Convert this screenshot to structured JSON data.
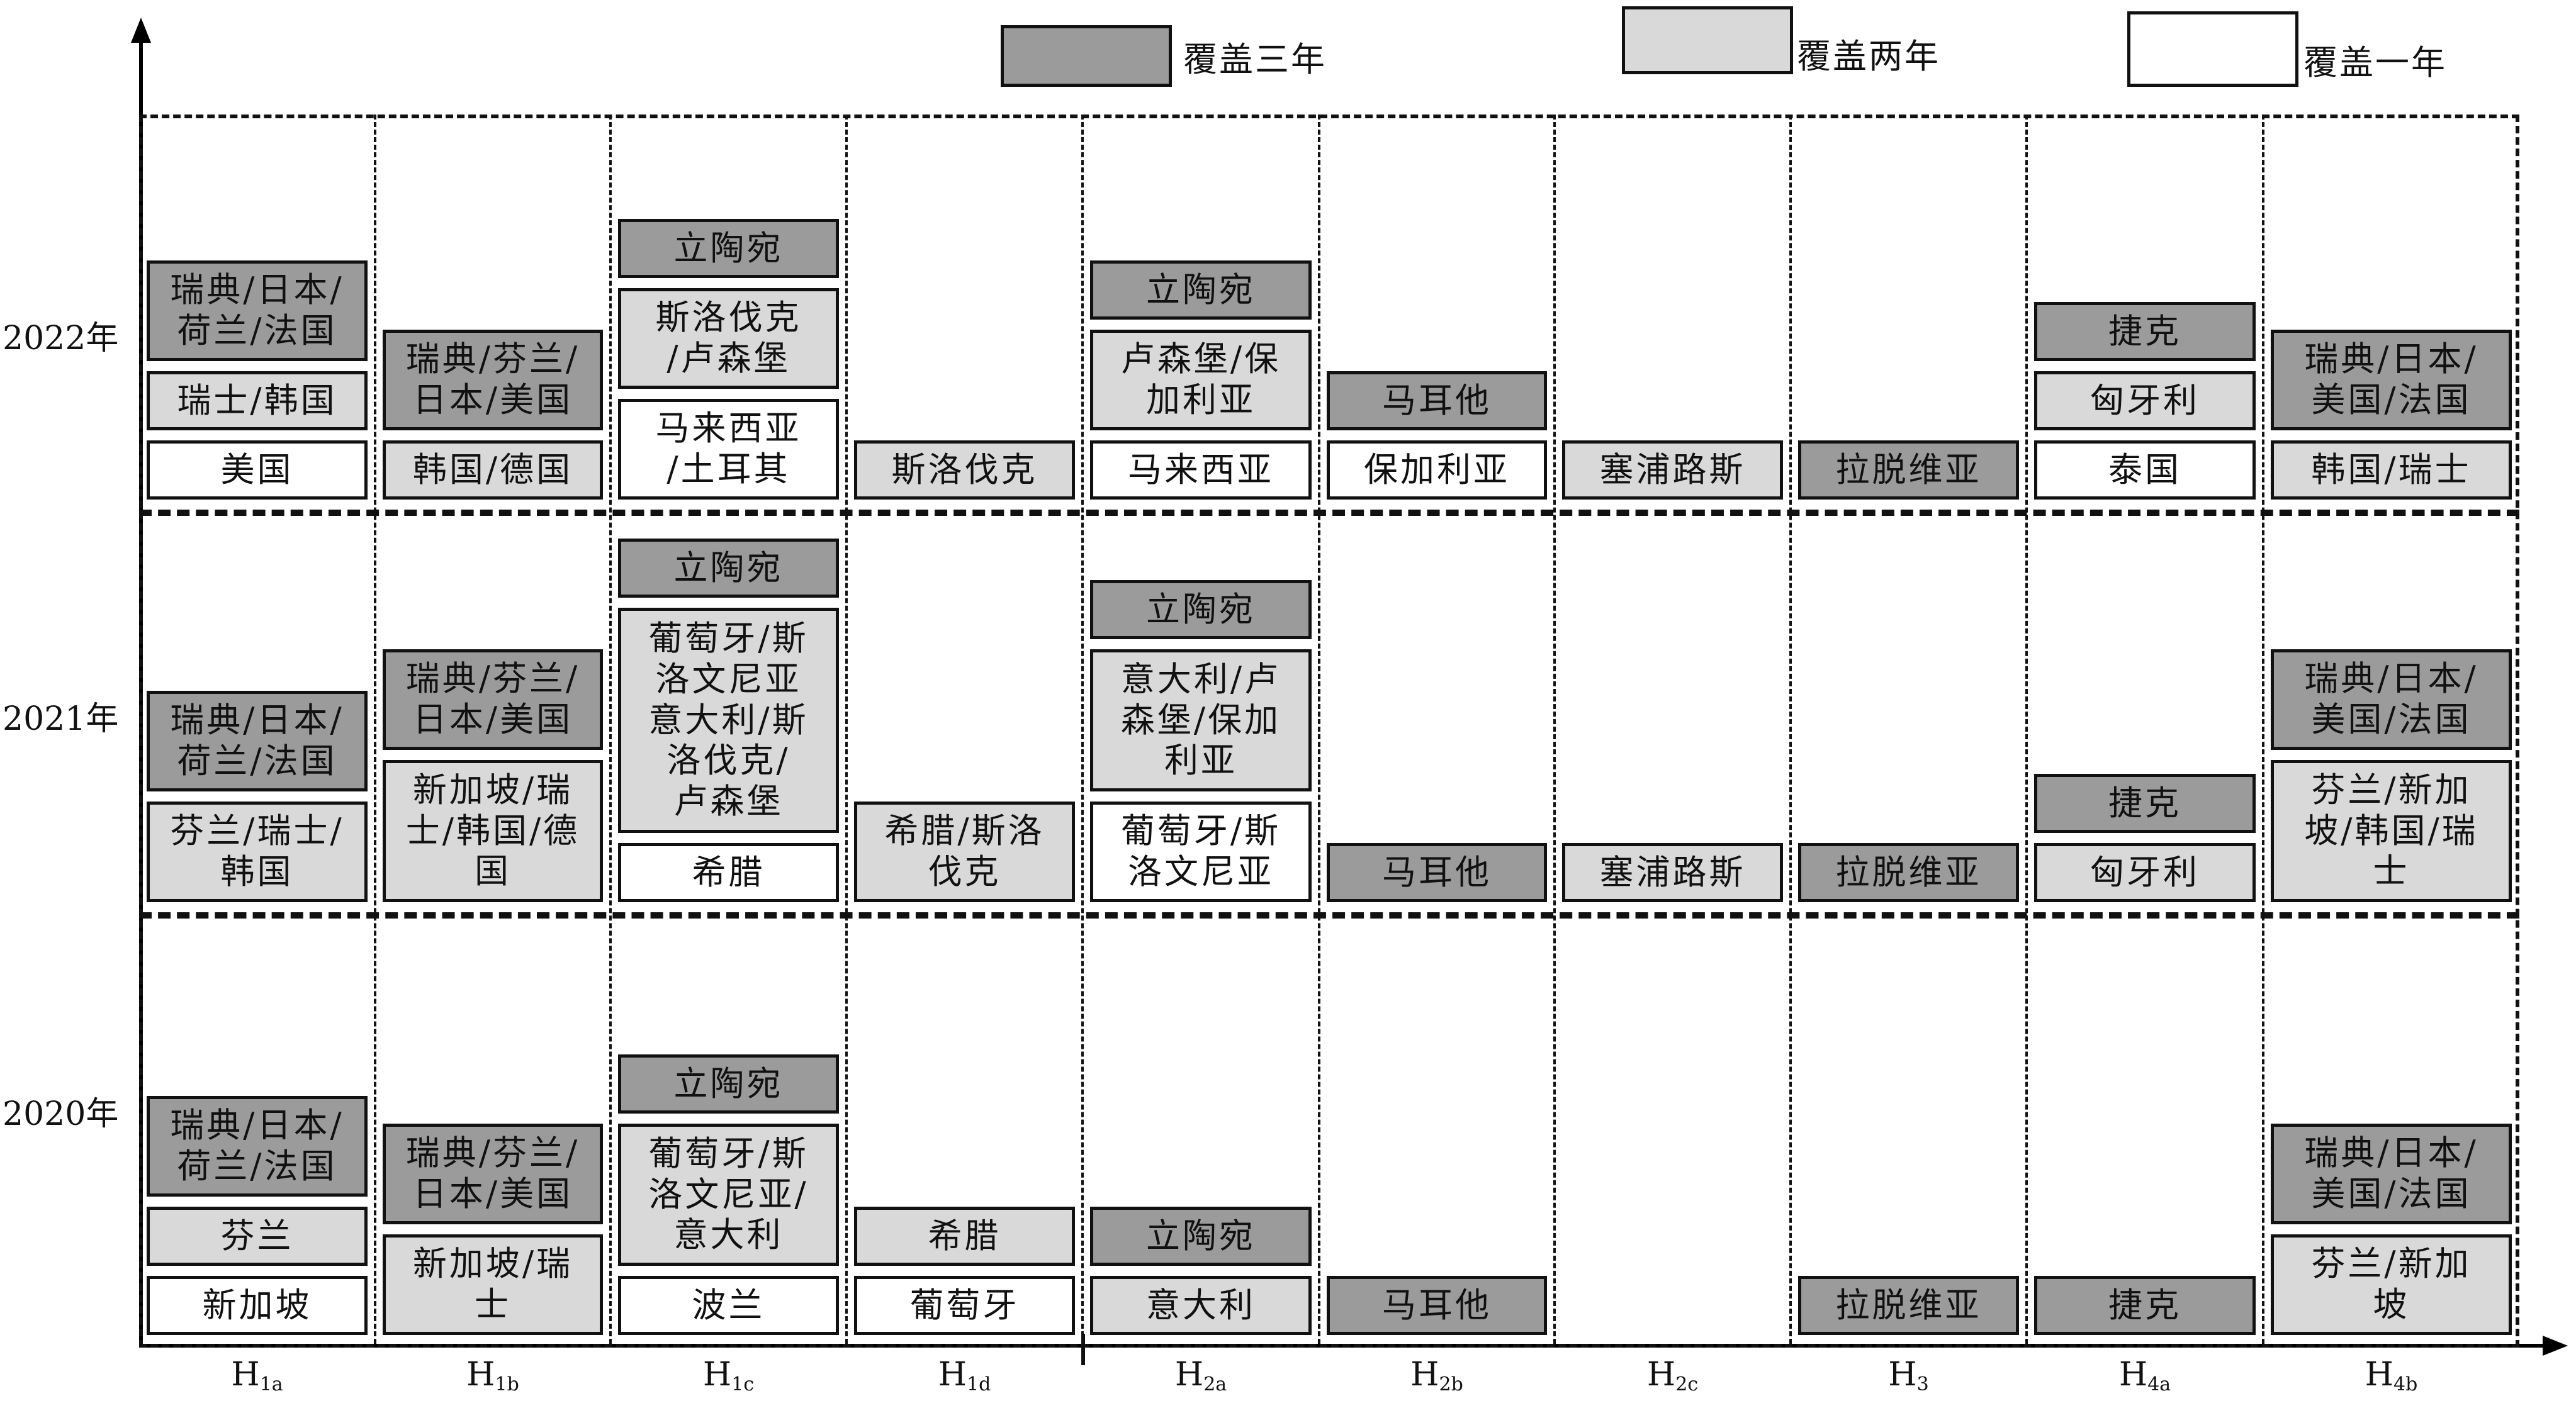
{
  "legend": [
    {
      "label": "覆盖三年",
      "level": 3
    },
    {
      "label": "覆盖两年",
      "level": 2
    },
    {
      "label": "覆盖一年",
      "level": 1
    }
  ],
  "colors": {
    "level3": "#9b9b9b",
    "level2": "#d9d9d9",
    "level1": "#ffffff"
  },
  "years": [
    "2022年",
    "2021年",
    "2020年"
  ],
  "columns": [
    {
      "main": "H",
      "sub": "1a"
    },
    {
      "main": "H",
      "sub": "1b"
    },
    {
      "main": "H",
      "sub": "1c"
    },
    {
      "main": "H",
      "sub": "1d"
    },
    {
      "main": "H",
      "sub": "2a"
    },
    {
      "main": "H",
      "sub": "2b"
    },
    {
      "main": "H",
      "sub": "2c"
    },
    {
      "main": "H",
      "sub": "3"
    },
    {
      "main": "H",
      "sub": "4a"
    },
    {
      "main": "H",
      "sub": "4b"
    }
  ],
  "cells": [
    {
      "col": 0,
      "year": 0,
      "text": "瑞典/日本/\n荷兰/法国",
      "level": 3
    },
    {
      "col": 0,
      "year": 0,
      "text": "瑞士/韩国",
      "level": 2
    },
    {
      "col": 0,
      "year": 0,
      "text": "美国",
      "level": 1
    },
    {
      "col": 0,
      "year": 1,
      "text": "瑞典/日本/\n荷兰/法国",
      "level": 3
    },
    {
      "col": 0,
      "year": 1,
      "text": "芬兰/瑞士/\n韩国",
      "level": 2
    },
    {
      "col": 0,
      "year": 2,
      "text": "瑞典/日本/\n荷兰/法国",
      "level": 3
    },
    {
      "col": 0,
      "year": 2,
      "text": "芬兰",
      "level": 2
    },
    {
      "col": 0,
      "year": 2,
      "text": "新加坡",
      "level": 1
    },
    {
      "col": 1,
      "year": 0,
      "text": "瑞典/芬兰/\n日本/美国",
      "level": 3
    },
    {
      "col": 1,
      "year": 0,
      "text": "韩国/德国",
      "level": 2
    },
    {
      "col": 1,
      "year": 1,
      "text": "瑞典/芬兰/\n日本/美国",
      "level": 3
    },
    {
      "col": 1,
      "year": 1,
      "text": "新加坡/瑞\n士/韩国/德\n国",
      "level": 2
    },
    {
      "col": 1,
      "year": 2,
      "text": "瑞典/芬兰/\n日本/美国",
      "level": 3
    },
    {
      "col": 1,
      "year": 2,
      "text": "新加坡/瑞\n士",
      "level": 2
    },
    {
      "col": 2,
      "year": 0,
      "text": "立陶宛",
      "level": 3
    },
    {
      "col": 2,
      "year": 0,
      "text": "斯洛伐克\n/卢森堡",
      "level": 2
    },
    {
      "col": 2,
      "year": 0,
      "text": "马来西亚\n/土耳其",
      "level": 1
    },
    {
      "col": 2,
      "year": 1,
      "text": "立陶宛",
      "level": 3
    },
    {
      "col": 2,
      "year": 1,
      "text": "葡萄牙/斯\n洛文尼亚\n意大利/斯\n洛伐克/\n卢森堡",
      "level": 2
    },
    {
      "col": 2,
      "year": 1,
      "text": "希腊",
      "level": 1
    },
    {
      "col": 2,
      "year": 2,
      "text": "立陶宛",
      "level": 3
    },
    {
      "col": 2,
      "year": 2,
      "text": "葡萄牙/斯\n洛文尼亚/\n意大利",
      "level": 2
    },
    {
      "col": 2,
      "year": 2,
      "text": "波兰",
      "level": 1
    },
    {
      "col": 3,
      "year": 0,
      "text": "斯洛伐克",
      "level": 2
    },
    {
      "col": 3,
      "year": 1,
      "text": "希腊/斯洛\n伐克",
      "level": 2
    },
    {
      "col": 3,
      "year": 2,
      "text": "希腊",
      "level": 2
    },
    {
      "col": 3,
      "year": 2,
      "text": "葡萄牙",
      "level": 1
    },
    {
      "col": 4,
      "year": 0,
      "text": "立陶宛",
      "level": 3
    },
    {
      "col": 4,
      "year": 0,
      "text": "卢森堡/保\n加利亚",
      "level": 2
    },
    {
      "col": 4,
      "year": 0,
      "text": "马来西亚",
      "level": 1
    },
    {
      "col": 4,
      "year": 1,
      "text": "立陶宛",
      "level": 3
    },
    {
      "col": 4,
      "year": 1,
      "text": "意大利/卢\n森堡/保加\n利亚",
      "level": 2
    },
    {
      "col": 4,
      "year": 1,
      "text": "葡萄牙/斯\n洛文尼亚",
      "level": 1
    },
    {
      "col": 4,
      "year": 2,
      "text": "立陶宛",
      "level": 3
    },
    {
      "col": 4,
      "year": 2,
      "text": "意大利",
      "level": 2
    },
    {
      "col": 5,
      "year": 0,
      "text": "马耳他",
      "level": 3
    },
    {
      "col": 5,
      "year": 0,
      "text": "保加利亚",
      "level": 1
    },
    {
      "col": 5,
      "year": 1,
      "text": "马耳他",
      "level": 3
    },
    {
      "col": 5,
      "year": 2,
      "text": "马耳他",
      "level": 3
    },
    {
      "col": 6,
      "year": 0,
      "text": "塞浦路斯",
      "level": 2
    },
    {
      "col": 6,
      "year": 1,
      "text": "塞浦路斯",
      "level": 2
    },
    {
      "col": 7,
      "year": 0,
      "text": "拉脱维亚",
      "level": 3
    },
    {
      "col": 7,
      "year": 1,
      "text": "拉脱维亚",
      "level": 3
    },
    {
      "col": 7,
      "year": 2,
      "text": "拉脱维亚",
      "level": 3
    },
    {
      "col": 8,
      "year": 0,
      "text": "捷克",
      "level": 3
    },
    {
      "col": 8,
      "year": 0,
      "text": "匈牙利",
      "level": 2
    },
    {
      "col": 8,
      "year": 0,
      "text": "泰国",
      "level": 1
    },
    {
      "col": 8,
      "year": 1,
      "text": "捷克",
      "level": 3
    },
    {
      "col": 8,
      "year": 1,
      "text": "匈牙利",
      "level": 2
    },
    {
      "col": 8,
      "year": 2,
      "text": "捷克",
      "level": 3
    },
    {
      "col": 9,
      "year": 0,
      "text": "瑞典/日本/\n美国/法国",
      "level": 3
    },
    {
      "col": 9,
      "year": 0,
      "text": "韩国/瑞士",
      "level": 2
    },
    {
      "col": 9,
      "year": 1,
      "text": "瑞典/日本/\n美国/法国",
      "level": 3
    },
    {
      "col": 9,
      "year": 1,
      "text": "芬兰/新加\n坡/韩国/瑞\n士",
      "level": 2
    },
    {
      "col": 9,
      "year": 2,
      "text": "瑞典/日本/\n美国/法国",
      "level": 3
    },
    {
      "col": 9,
      "year": 2,
      "text": "芬兰/新加\n坡",
      "level": 2
    }
  ]
}
